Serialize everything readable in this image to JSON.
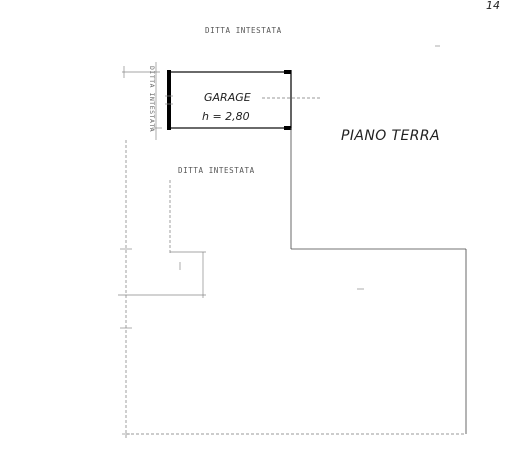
{
  "page_number": "14",
  "labels": {
    "top_neighbor": "DITTA INTESTATA",
    "left_neighbor": "DITTA INTESTATA",
    "right_neighbor": "DITTA INTESTATA",
    "room_name": "GARAGE",
    "room_height": "h = 2,80",
    "floor_name": "PIANO TERRA"
  }
}
